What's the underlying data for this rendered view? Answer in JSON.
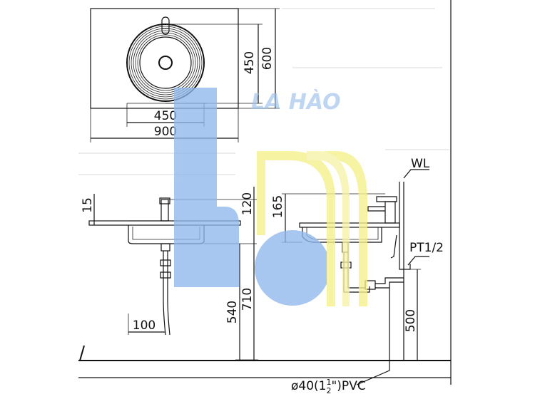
{
  "drawing": {
    "watermark_text": "LA HÀO",
    "colors": {
      "watermark_blue": "#8fb8ec",
      "watermark_yellow": "#f4f08a",
      "line": "#111111"
    },
    "plan_view": {
      "dim_basin_depth": "450",
      "dim_counter_depth": "600",
      "dim_basin_width": "450",
      "dim_counter_width": "900"
    },
    "front_view": {
      "dim_counter_thickness": "15",
      "dim_basin_height": "120",
      "dim_drain_offset": "100",
      "dim_drain_height": "540",
      "dim_counter_height": "710"
    },
    "side_view": {
      "dim_faucet_height": "165",
      "label_wall": "WL",
      "label_supply": "PT1/2",
      "dim_supply_height": "500",
      "label_drain_pipe": "ø40(1",
      "label_drain_frac_num": "1",
      "label_drain_frac_den": "2",
      "label_drain_suffix": "\")PVC"
    }
  }
}
